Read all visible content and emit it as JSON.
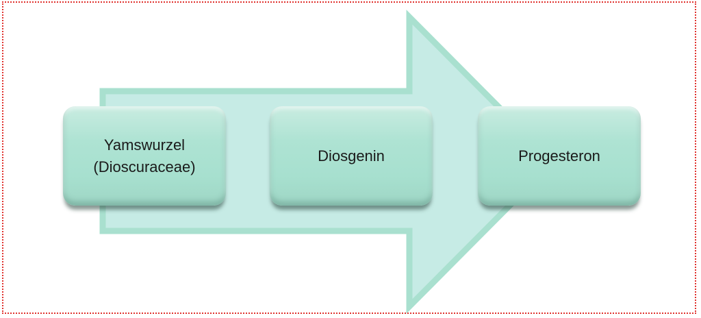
{
  "diagram": {
    "steps": [
      {
        "label": "Yamswurzel\n(Dioscuraceae)"
      },
      {
        "label": "Diosgenin"
      },
      {
        "label": "Progesteron"
      }
    ]
  },
  "colors": {
    "arrow_fill": "#c6ebe5",
    "arrow_stroke": "#a9e0cf",
    "box_fill": "#a9e1d0",
    "frame_border": "#e0302c"
  }
}
